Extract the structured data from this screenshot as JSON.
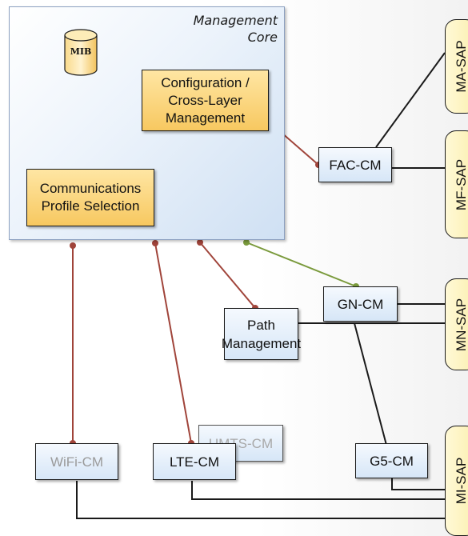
{
  "core": {
    "title_line1": "Management",
    "title_line2": "Core"
  },
  "mib": {
    "label": "MIB"
  },
  "config_box": {
    "line1": "Configuration /",
    "line2": "Cross-Layer",
    "line3": "Management"
  },
  "comm_box": {
    "line1": "Communications",
    "line2": "Profile Selection"
  },
  "path_box": {
    "line1": "Path",
    "line2": "Management"
  },
  "fac_cm": {
    "label": "FAC-CM"
  },
  "gn_cm": {
    "label": "GN-CM"
  },
  "wifi_cm": {
    "label": "WiFi-CM"
  },
  "lte_cm": {
    "label": "LTE-CM"
  },
  "umts_cm": {
    "label": "UMTS-CM"
  },
  "g5_cm": {
    "label": "G5-CM"
  },
  "saps": {
    "ma": "MA-SAP",
    "mf": "MF-SAP",
    "mn": "MN-SAP",
    "mi": "MI-SAP"
  },
  "colors": {
    "red_link": "#a0443a",
    "green_link": "#7a9a3c",
    "black_link": "#1a1a1a"
  }
}
